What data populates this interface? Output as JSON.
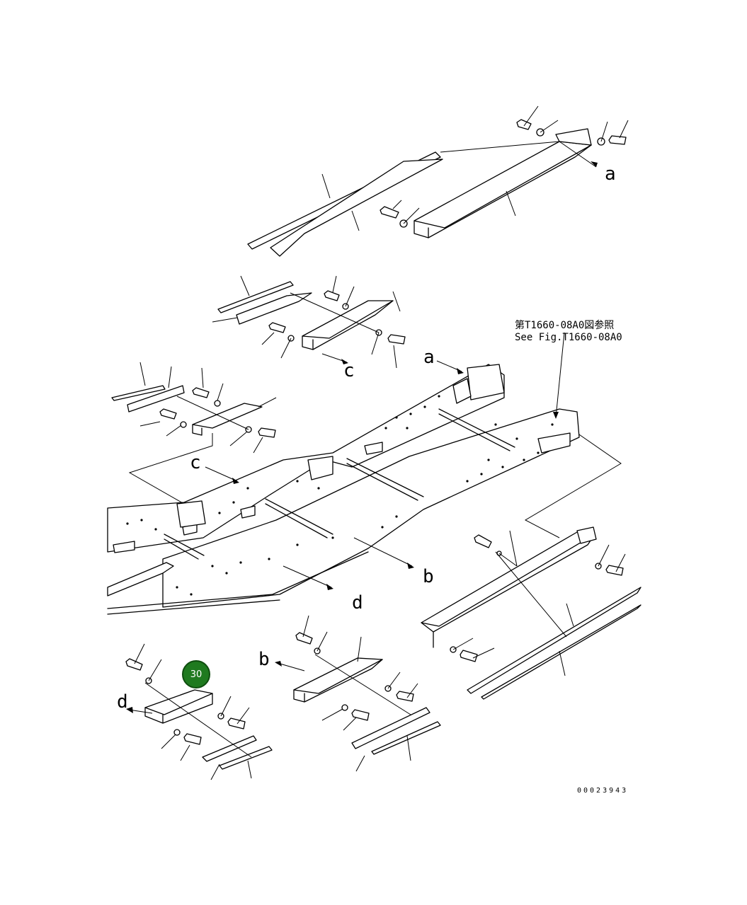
{
  "reference": {
    "jp": "第T1660-08A0図参照",
    "en": "See Fig.T1660-08A0"
  },
  "view_letters": {
    "a_top": "a",
    "a_frame": "a",
    "b_frame": "b",
    "b_lower": "b",
    "c_upper": "c",
    "c_frame": "c",
    "d_frame": "d",
    "d_lower": "d"
  },
  "callout": {
    "number": "30",
    "color": "#1f7a1f"
  },
  "drawing_number": "00023943"
}
